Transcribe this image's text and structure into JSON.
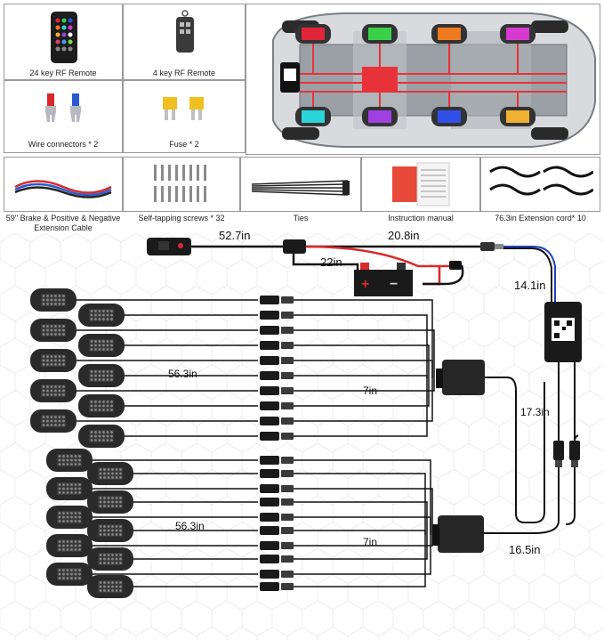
{
  "accessories": {
    "remote24": "24 key RF Remote",
    "remote4": "4 key RF Remote",
    "wire_connectors": "Wire connectors * 2",
    "fuse": "Fuse * 2",
    "brake_cable": "59'' Brake & Positive & Negative Extension Cable",
    "screws": "Self-tapping screws * 32",
    "ties": "Ties",
    "manual": "Instruction manual",
    "extension": "76.3in Extension cord* 10"
  },
  "dimensions": {
    "switch_cable": "52.7in",
    "power_cable": "20.8in",
    "battery_cable": "22in",
    "controller_cable": "14.1in",
    "pod_cable_upper": "56.3in",
    "pod_cable_lower": "56.3in",
    "hub_cable_upper": "7in",
    "hub_cable_lower": "7in",
    "splitter_cable": "17.3in",
    "hub_extension": "16.5in"
  },
  "colors": {
    "pod_red": "#e0243a",
    "pod_green": "#3ad04a",
    "pod_orange": "#f07a20",
    "pod_magenta": "#d63ad0",
    "pod_cyan": "#2ad4d8",
    "pod_purple": "#a040e0",
    "pod_blue": "#3050e8",
    "pod_amber": "#f0b030",
    "wire_red": "#e8323a"
  }
}
